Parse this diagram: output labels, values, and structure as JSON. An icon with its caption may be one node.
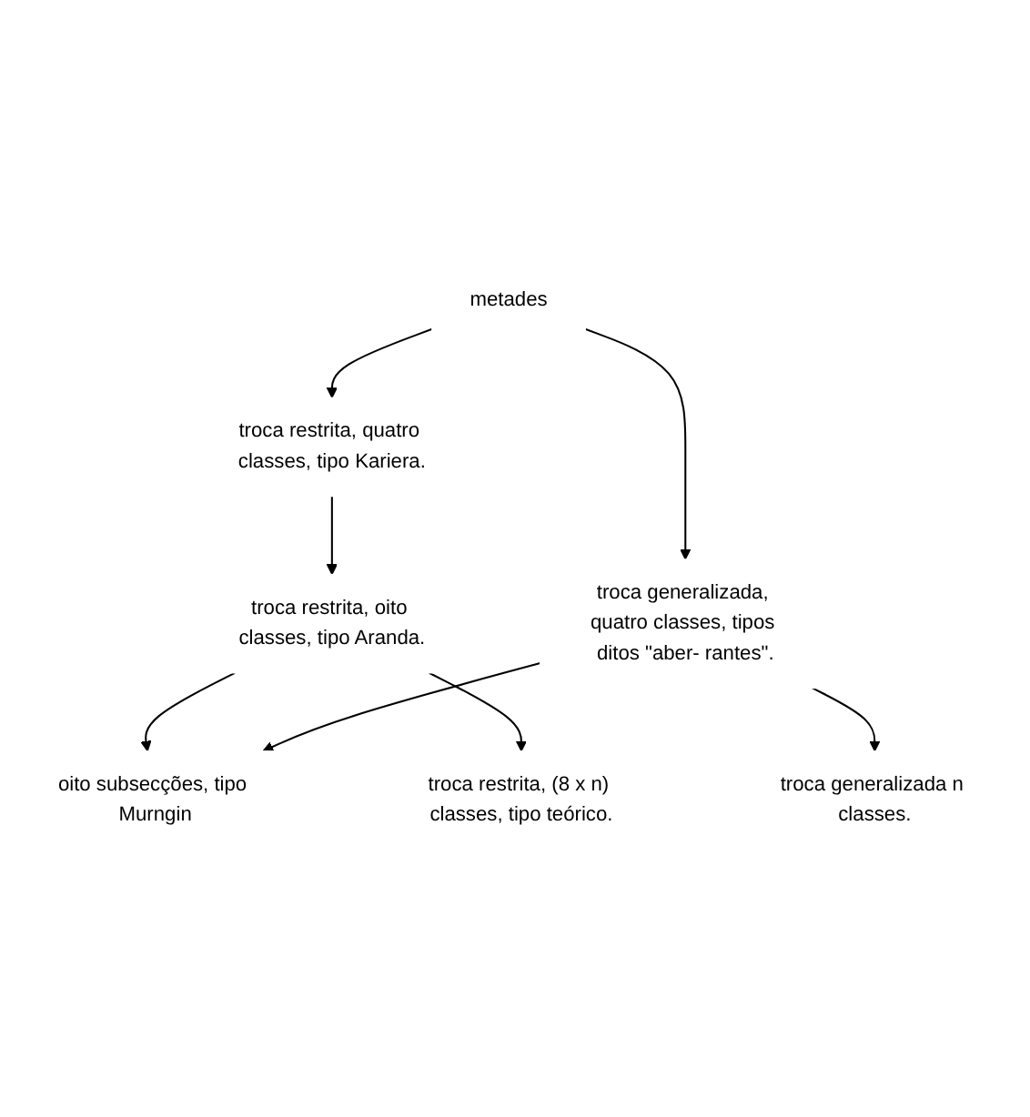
{
  "diagram": {
    "nodes": [
      {
        "text": [
          "metades"
        ]
      },
      {
        "text": [
          "troca restrita, quatro classes, tipo Kariera."
        ]
      },
      {
        "text": [
          "troca generalizada, quatro classes, tipos ditos \"aber- rantes\"."
        ]
      },
      {
        "text": [
          "troca restrita, oito classes, tipo Aranda."
        ]
      },
      {
        "text": [
          "oito subsecções, tipo Murngin"
        ]
      },
      {
        "text": [
          "troca restrita, (8 x n) classes, tipo teórico."
        ]
      },
      {
        "text": [
          "troca generalizada n classes."
        ]
      }
    ],
    "edges": [
      {
        "from": 0,
        "to": 1,
        "arrow": "to"
      },
      {
        "from": 0,
        "to": 2,
        "arrow": "to"
      },
      {
        "from": 1,
        "to": 3,
        "arrow": "to"
      },
      {
        "from": 3,
        "to": 4,
        "arrow": "to"
      },
      {
        "from": 2,
        "to": 4,
        "arrow": "to"
      },
      {
        "from": 3,
        "to": 5,
        "arrow": "to"
      },
      {
        "from": 2,
        "to": 6,
        "arrow": "to"
      }
    ]
  }
}
